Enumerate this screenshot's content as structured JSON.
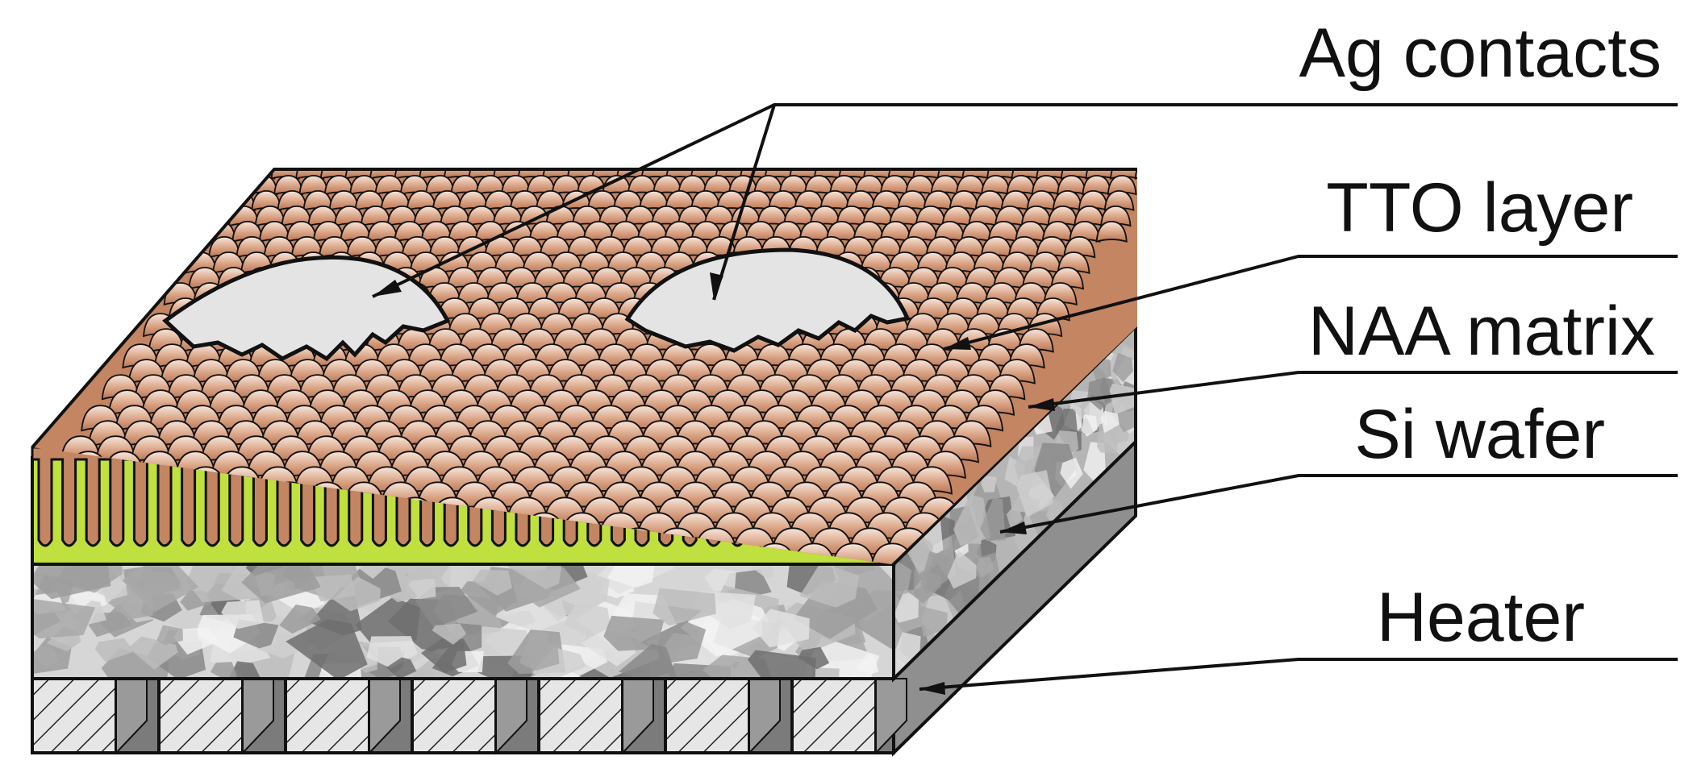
{
  "labels": {
    "ag_contacts": "Ag contacts",
    "tto_layer": "TTO layer",
    "naa_matrix": "NAA matrix",
    "si_wafer": "Si wafer",
    "heater": "Heater"
  },
  "colors": {
    "tto": "#c48562",
    "tto_light": "#f7e6db",
    "naa": "#bfe03f",
    "contact": "#e4e4e4",
    "si_light": "#eaeaea",
    "si_dark": "#7d7d7d",
    "heater_face": "#e6e6e6",
    "heater_side": "#8f8f8f",
    "outline": "#111111"
  },
  "heater_block_count": 7
}
